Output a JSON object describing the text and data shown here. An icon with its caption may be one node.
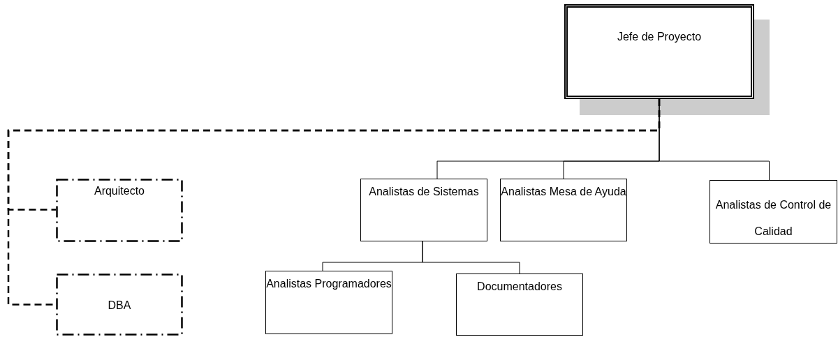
{
  "diagram": {
    "nodes": [
      {
        "text": [
          "Jefe de Proyecto"
        ]
      },
      {
        "text": [
          "Arquitecto"
        ]
      },
      {
        "text": [
          "DBA"
        ]
      },
      {
        "text": [
          "Analistas de Sistemas"
        ]
      },
      {
        "text": [
          "Analistas Mesa de Ayuda"
        ]
      },
      {
        "text": [
          "Analistas de Control de Calidad"
        ]
      },
      {
        "text": [
          "Analistas Programadores"
        ]
      },
      {
        "text": [
          "Documentadores"
        ]
      }
    ],
    "edges": [
      {
        "from": 0,
        "to": 1,
        "arrow": "none",
        "style": "dashed"
      },
      {
        "from": 0,
        "to": 2,
        "arrow": "none",
        "style": "dashed"
      },
      {
        "from": 0,
        "to": 3,
        "arrow": "none"
      },
      {
        "from": 0,
        "to": 4,
        "arrow": "none"
      },
      {
        "from": 0,
        "to": 5,
        "arrow": "none"
      },
      {
        "from": 3,
        "to": 6,
        "arrow": "none"
      },
      {
        "from": 3,
        "to": 7,
        "arrow": "none"
      }
    ]
  }
}
